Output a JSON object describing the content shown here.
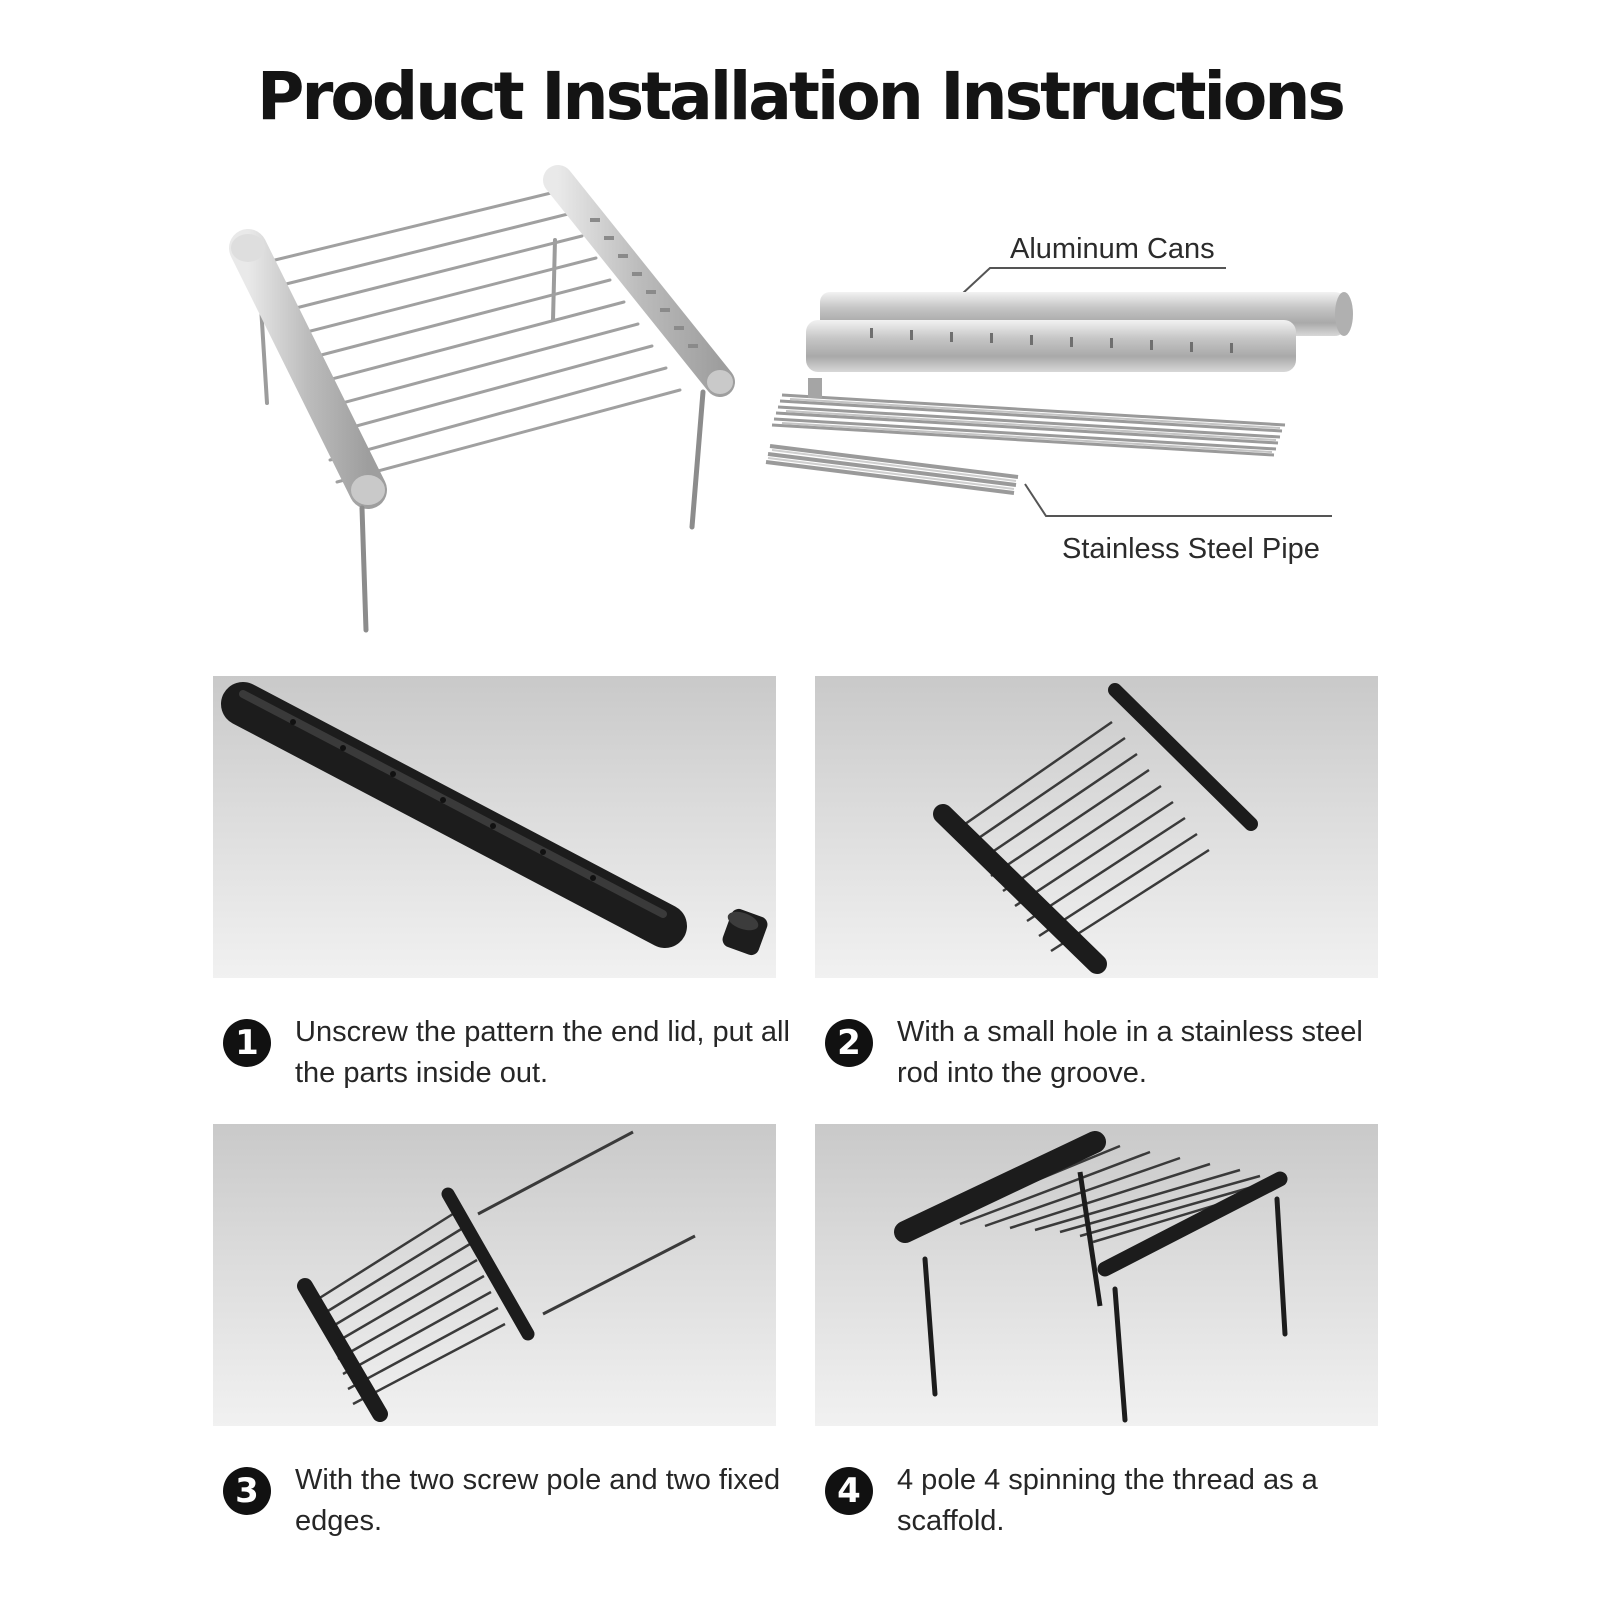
{
  "title": "Product Installation Instructions",
  "hero": {
    "callout_top": "Aluminum Cans",
    "callout_bottom": "Stainless Steel Pipe"
  },
  "steps": [
    {
      "number": "1",
      "text": "Unscrew the pattern the end lid, put all the parts inside out."
    },
    {
      "number": "2",
      "text": "With a small hole in a stainless steel rod into the groove."
    },
    {
      "number": "3",
      "text": "With the two screw pole and two fixed edges."
    },
    {
      "number": "4",
      "text": "4 pole 4 spinning the thread as a scaffold."
    }
  ]
}
